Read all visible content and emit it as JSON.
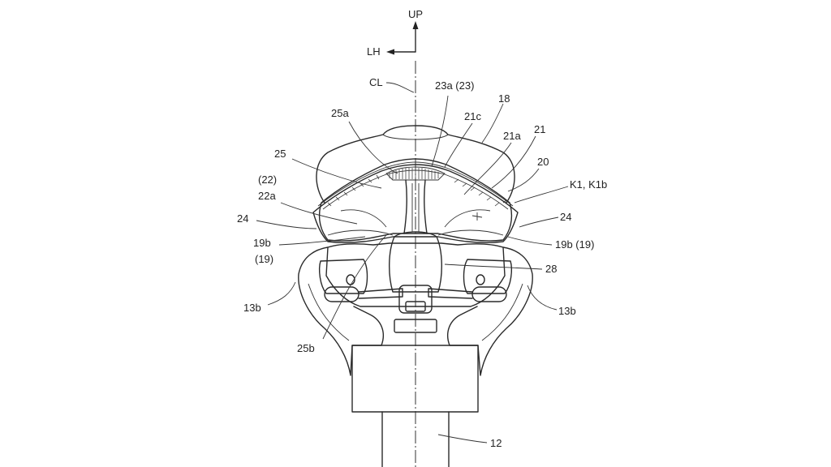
{
  "direction": {
    "up": "UP",
    "left": "LH"
  },
  "labels": {
    "cl": "CL",
    "l23a": "23a (23)",
    "l18": "18",
    "l21c": "21c",
    "l21a": "21a",
    "l21": "21",
    "l25a": "25a",
    "l25": "25",
    "l20": "20",
    "l22p": "(22)",
    "l22a": "22a",
    "k1": "K1, K1b",
    "l24l": "24",
    "l24r": "24",
    "l19bl": "19b",
    "l19p": "(19)",
    "l19br": "19b (19)",
    "l28": "28",
    "l13bl": "13b",
    "l13br": "13b",
    "l25b": "25b",
    "l12": "12"
  }
}
